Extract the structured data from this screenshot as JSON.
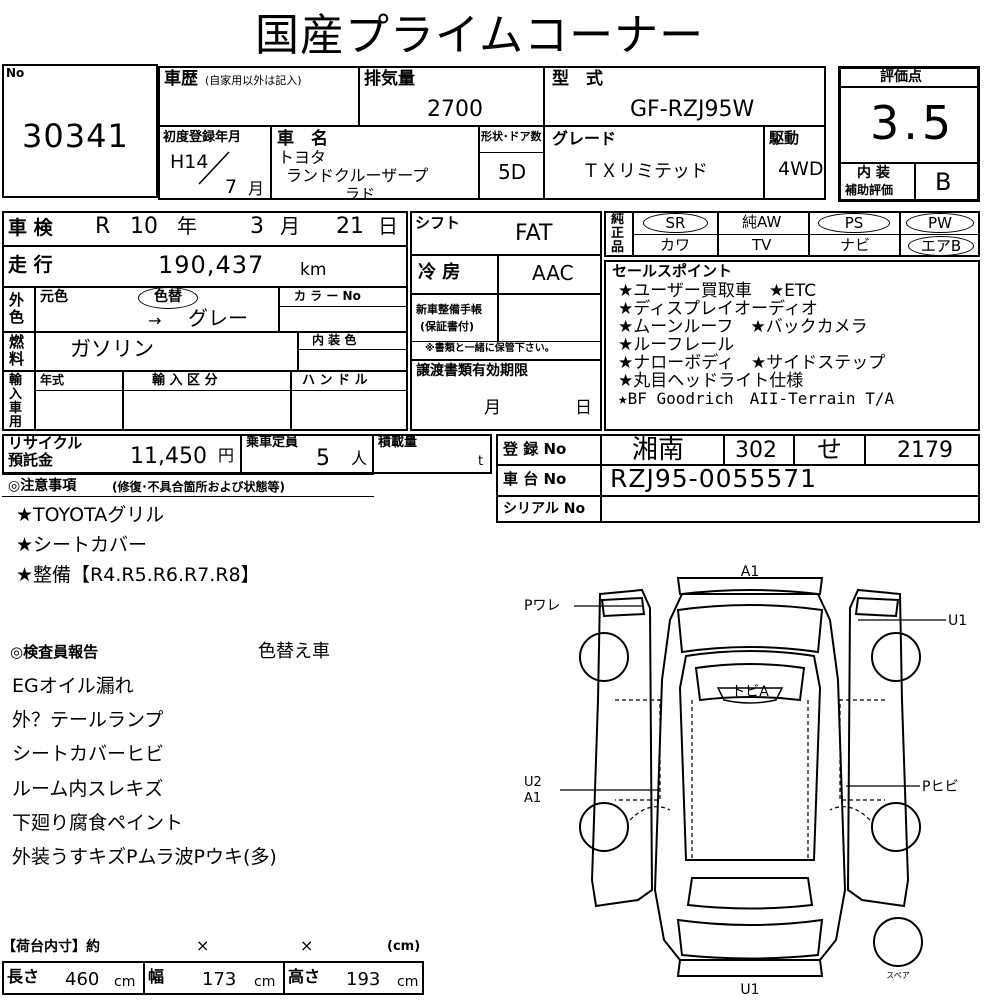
{
  "title": "国産プライムコーナー",
  "lot": {
    "label": "No",
    "number": "30341"
  },
  "header": {
    "history_label": "車歴",
    "history_note": "(自家用以外は記入)",
    "displacement_label": "排気量",
    "displacement": "2700",
    "model_label": "型　式",
    "model": "GF-RZJ95W",
    "first_reg_label": "初度登録年月",
    "first_reg_year": "H14",
    "first_reg_month": "7",
    "first_reg_month_unit": "月",
    "name_label": "車　名",
    "maker": "トヨタ",
    "car_name_1": "ランドクルーザープ",
    "car_name_2": "ラド",
    "body_label": "形状･ドア数",
    "body": "5D",
    "grade_label": "グレード",
    "grade": "ＴＸリミテッド",
    "drive_label": "駆動",
    "drive": "4WD"
  },
  "score": {
    "label": "評価点",
    "value": "3.5",
    "interior_label_1": "内 装",
    "interior_label_2": "補助評価",
    "interior": "B"
  },
  "inspection": {
    "label": "車 検",
    "era": "R",
    "year": "10",
    "year_unit": "年",
    "month": "3",
    "month_unit": "月",
    "day": "21",
    "day_unit": "日"
  },
  "mileage": {
    "label": "走 行",
    "value": "190,437",
    "unit": "km"
  },
  "color": {
    "side_label": "外色",
    "original_label": "元色",
    "repaint_mark": "色替",
    "arrow": "→",
    "value": "グレー",
    "color_no_label": "カ ラ ー No"
  },
  "fuel": {
    "side_label": "燃料",
    "value": "ガソリン",
    "interior_color_label": "内 装 色"
  },
  "import": {
    "side_label": "輸入車用",
    "year_label": "年式",
    "type_label": "輸 入 区 分",
    "handle_label": "ハ ン ド ル"
  },
  "shift": {
    "label": "シフト",
    "value": "FAT"
  },
  "ac": {
    "label": "冷 房",
    "value": "AAC"
  },
  "maintenance": {
    "label_1": "新車整備手帳",
    "label_2": "(保証書付)",
    "note": "※書類と一緒に保管下さい。"
  },
  "transfer": {
    "label": "譲渡書類有効期限",
    "month_unit": "月",
    "day_unit": "日"
  },
  "options": {
    "side_label": "純正品",
    "sr": "SR",
    "aw": "純AW",
    "ps": "PS",
    "pw": "PW",
    "leather": "カワ",
    "tv": "TV",
    "navi": "ナビ",
    "ab": "エアB"
  },
  "sales_points": {
    "label": "セールスポイント",
    "lines": [
      "★ユーザー買取車　★ETC",
      "★ディスプレイオーディオ",
      "★ムーンルーフ　★バックカメラ",
      "★ルーフレール",
      "★ナローボディ　★サイドステップ",
      "★丸目ヘッドライト仕様",
      "★BF Goodrich　AII-Terrain T/A"
    ]
  },
  "recycle": {
    "label_1": "リサイクル",
    "label_2": "預託金",
    "value": "11,450",
    "unit": "円"
  },
  "capacity": {
    "label": "乗車定員",
    "value": "5",
    "unit": "人"
  },
  "load": {
    "label": "積載量",
    "unit": "t"
  },
  "registration": {
    "label": "登 録 No",
    "area": "湘南",
    "class": "302",
    "kana": "せ",
    "number": "2179"
  },
  "chassis": {
    "label": "車 台 No",
    "value": "RZJ95-0055571"
  },
  "serial": {
    "label": "シリアル No"
  },
  "notes": {
    "label": "◎注意事項",
    "sub_label": "(修復･不具合箇所および状態等)",
    "lines": [
      "★TOYOTAグリル",
      "★シートカバー",
      "★整備【R4.R5.R6.R7.R8】"
    ]
  },
  "inspector": {
    "label": "◎検査員報告",
    "headline": "色替え車",
    "lines": [
      "EGオイル漏れ",
      "外？テールランプ",
      "シートカバーヒビ",
      "ルーム内スレキズ",
      "下廻り腐食ペイント",
      "外装うすキズPムラ波Pウキ(多)"
    ]
  },
  "cargo": {
    "label": "【荷台内寸】約",
    "x1": "×",
    "x2": "×",
    "unit": "(cm)"
  },
  "dims": {
    "length_label": "長さ",
    "length": "460",
    "length_unit": "cm",
    "width_label": "幅",
    "width": "173",
    "width_unit": "cm",
    "height_label": "高さ",
    "height": "193",
    "height_unit": "cm"
  },
  "diagram": {
    "top": "A1",
    "left_top": "Pワレ",
    "right_top": "U1",
    "roof": "トビA",
    "left_mid_1": "U2",
    "left_mid_2": "A1",
    "right_mid": "Pヒビ",
    "bottom": "U1",
    "spare": "スペア"
  }
}
